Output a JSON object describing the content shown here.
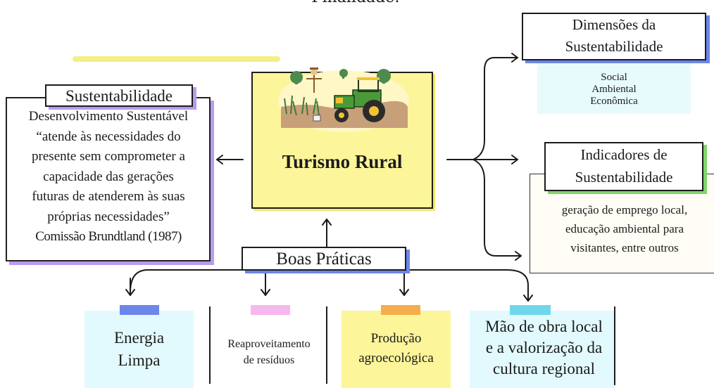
{
  "top_fragment": "Finalidade:",
  "center": {
    "title": "Turismo Rural",
    "image": "tractor-farm-scene"
  },
  "sustentabilidade": {
    "title": "Sustentabilidade",
    "lines": [
      "Desenvolvimento Sustentável",
      "“atende às necessidades do",
      "presente sem comprometer a",
      "capacidade das gerações",
      "futuras de atenderem às suas",
      "próprias necessidades”",
      "Comissão Brundtland (1987)"
    ]
  },
  "dimensoes": {
    "title_lines": [
      "Dimensões da",
      "Sustentabilidade"
    ],
    "items": [
      "Social",
      "Ambiental",
      "Econômica"
    ]
  },
  "indicadores": {
    "title_lines": [
      "Indicadores de",
      "Sustentabilidade"
    ],
    "lines": [
      "geração de emprego local,",
      "educação ambiental para",
      "visitantes, entre outros"
    ]
  },
  "boas_praticas": {
    "title": "Boas Práticas",
    "cards": [
      {
        "lines": [
          "Energia",
          "Limpa"
        ],
        "tape": "#6d86ea"
      },
      {
        "lines": [
          "Reaproveitamento",
          "de resíduos"
        ],
        "tape": "#f6b8ef"
      },
      {
        "lines": [
          "Produção",
          "agroecológica"
        ],
        "tape": "#f5ae4d"
      },
      {
        "lines": [
          "Mão de obra local",
          "e a valorização da",
          "cultura regional"
        ],
        "tape": "#6fd7ec"
      }
    ]
  },
  "colors": {
    "accent_yellow": "#fdf59a",
    "accent_cyan": "#e2fafd",
    "shadow_purple": "#b89cf0",
    "shadow_blue": "#6a86e8",
    "shadow_green": "#7fd56a"
  }
}
